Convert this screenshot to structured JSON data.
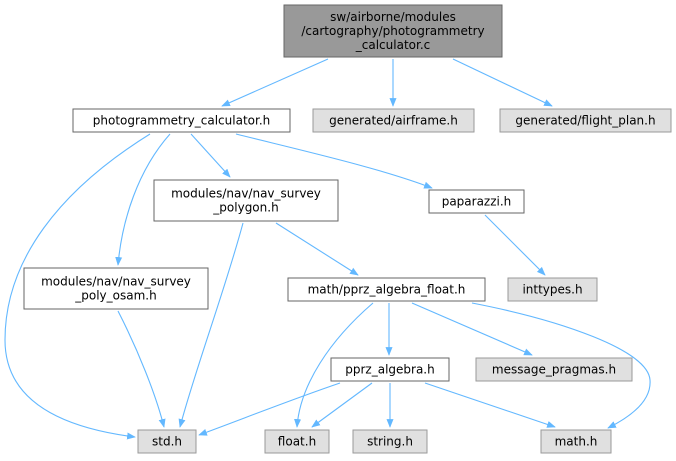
{
  "colors": {
    "root_fill": "#999999",
    "root_border": "#666666",
    "local_fill": "#ffffff",
    "local_border": "#666666",
    "external_fill": "#e0e0e0",
    "external_border": "#999999",
    "edge": "#63b8ff"
  },
  "nodes": [
    {
      "id": "root",
      "kind": "root",
      "lines": [
        "sw/airborne/modules",
        "/cartography/photogrammetry",
        "_calculator.c"
      ]
    },
    {
      "id": "photogrammetry_calculator_h",
      "kind": "local",
      "lines": [
        "photogrammetry_calculator.h"
      ]
    },
    {
      "id": "generated_airframe_h",
      "kind": "external",
      "lines": [
        "generated/airframe.h"
      ]
    },
    {
      "id": "generated_flight_plan_h",
      "kind": "external",
      "lines": [
        "generated/flight_plan.h"
      ]
    },
    {
      "id": "nav_survey_polygon_h",
      "kind": "local",
      "lines": [
        "modules/nav/nav_survey",
        "_polygon.h"
      ]
    },
    {
      "id": "paparazzi_h",
      "kind": "local",
      "lines": [
        "paparazzi.h"
      ]
    },
    {
      "id": "nav_survey_poly_osam_h",
      "kind": "local",
      "lines": [
        "modules/nav/nav_survey",
        "_poly_osam.h"
      ]
    },
    {
      "id": "pprz_algebra_float_h",
      "kind": "local",
      "lines": [
        "math/pprz_algebra_float.h"
      ]
    },
    {
      "id": "inttypes_h",
      "kind": "external",
      "lines": [
        "inttypes.h"
      ]
    },
    {
      "id": "pprz_algebra_h",
      "kind": "local",
      "lines": [
        "pprz_algebra.h"
      ]
    },
    {
      "id": "message_pragmas_h",
      "kind": "external",
      "lines": [
        "message_pragmas.h"
      ]
    },
    {
      "id": "std_h",
      "kind": "external",
      "lines": [
        "std.h"
      ]
    },
    {
      "id": "float_h",
      "kind": "external",
      "lines": [
        "float.h"
      ]
    },
    {
      "id": "string_h",
      "kind": "external",
      "lines": [
        "string.h"
      ]
    },
    {
      "id": "math_h",
      "kind": "external",
      "lines": [
        "math.h"
      ]
    }
  ],
  "edges": [
    {
      "from": "root",
      "to": "photogrammetry_calculator_h"
    },
    {
      "from": "root",
      "to": "generated_airframe_h"
    },
    {
      "from": "root",
      "to": "generated_flight_plan_h"
    },
    {
      "from": "photogrammetry_calculator_h",
      "to": "nav_survey_polygon_h"
    },
    {
      "from": "photogrammetry_calculator_h",
      "to": "paparazzi_h"
    },
    {
      "from": "photogrammetry_calculator_h",
      "to": "nav_survey_poly_osam_h"
    },
    {
      "from": "photogrammetry_calculator_h",
      "to": "std_h"
    },
    {
      "from": "nav_survey_polygon_h",
      "to": "pprz_algebra_float_h"
    },
    {
      "from": "nav_survey_polygon_h",
      "to": "std_h"
    },
    {
      "from": "paparazzi_h",
      "to": "inttypes_h"
    },
    {
      "from": "nav_survey_poly_osam_h",
      "to": "std_h"
    },
    {
      "from": "pprz_algebra_float_h",
      "to": "pprz_algebra_h"
    },
    {
      "from": "pprz_algebra_float_h",
      "to": "message_pragmas_h"
    },
    {
      "from": "pprz_algebra_float_h",
      "to": "float_h"
    },
    {
      "from": "pprz_algebra_float_h",
      "to": "math_h"
    },
    {
      "from": "pprz_algebra_h",
      "to": "std_h"
    },
    {
      "from": "pprz_algebra_h",
      "to": "float_h"
    },
    {
      "from": "pprz_algebra_h",
      "to": "string_h"
    },
    {
      "from": "pprz_algebra_h",
      "to": "math_h"
    }
  ]
}
